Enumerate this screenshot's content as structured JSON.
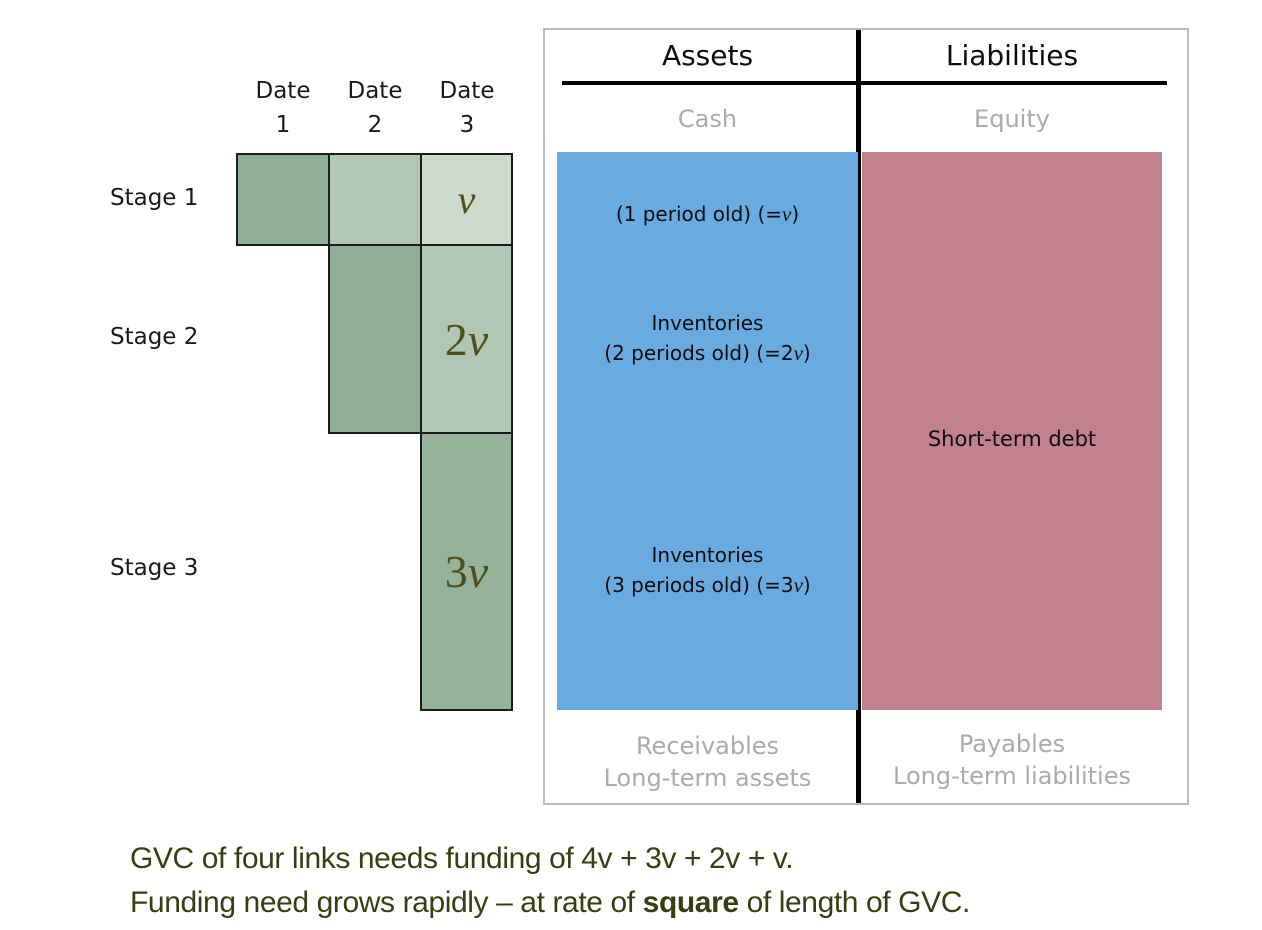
{
  "colors": {
    "cell_dark_green": "#8FAE96",
    "cell_mid_green": "#AFC7B3",
    "cell_light_green": "#CBDACC",
    "cell_stage3_green": "#95B29B",
    "cell_value_olive": "#4F4F1C",
    "assets_fill_blue": "#69ABE0",
    "liabilities_fill_pink": "#C2818F",
    "muted_gray": "#ABABAB",
    "olive_text": "#3A3D12"
  },
  "gvc_grid": {
    "date_headers": [
      {
        "word": "Date",
        "num": "1"
      },
      {
        "word": "Date",
        "num": "2"
      },
      {
        "word": "Date",
        "num": "3"
      }
    ],
    "stage_labels": [
      "Stage 1",
      "Stage 2",
      "Stage 3"
    ],
    "cells": [
      {
        "stage": "1",
        "date": "1",
        "num": "",
        "var": ""
      },
      {
        "stage": "1",
        "date": "2",
        "num": "",
        "var": ""
      },
      {
        "stage": "1",
        "date": "3",
        "num": "",
        "var": "v"
      },
      {
        "stage": "2",
        "date": "2",
        "num": "",
        "var": ""
      },
      {
        "stage": "2",
        "date": "3",
        "num": "2",
        "var": "v"
      },
      {
        "stage": "3",
        "date": "3",
        "num": "3",
        "var": "v"
      }
    ]
  },
  "balance_sheet": {
    "assets_header": "Assets",
    "liabilities_header": "Liabilities",
    "cash_label": "Cash",
    "equity_label": "Equity",
    "asset_blocks": [
      {
        "pre": "(1 period old) (=",
        "var": "v",
        "post": ")"
      },
      {
        "title": "Inventories",
        "pre": "(2 periods old) (=2",
        "var": "v",
        "post": ")"
      },
      {
        "title": "Inventories",
        "pre": "(3 periods old) (=3",
        "var": "v",
        "post": ")"
      }
    ],
    "short_term_debt_label": "Short-term debt",
    "assets_footer_line1": "Receivables",
    "assets_footer_line2": "Long-term assets",
    "liabilities_footer_line1": "Payables",
    "liabilities_footer_line2": "Long-term liabilities"
  },
  "caption": {
    "line1": "GVC of four links needs funding of 4v + 3v + 2v + v.",
    "line2_pre": "Funding need grows rapidly – at rate of ",
    "line2_bold": "square",
    "line2_post": " of length of GVC."
  }
}
